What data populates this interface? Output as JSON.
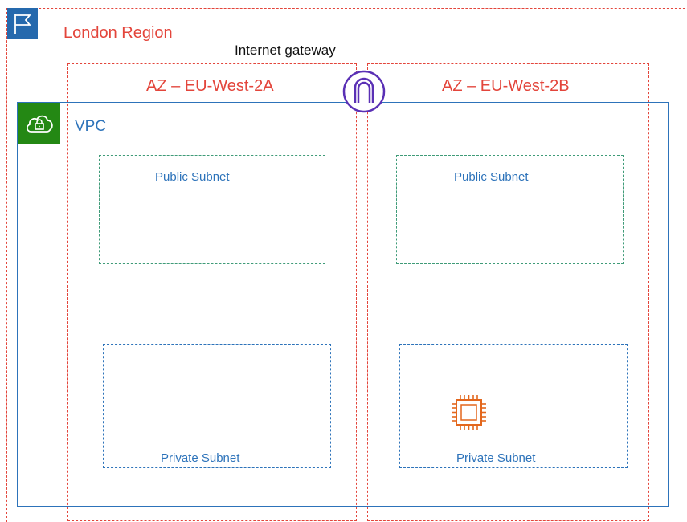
{
  "region": {
    "label": "London Region",
    "icon": "flag-icon",
    "color": "#e3453b",
    "icon_bg": "#2569ad"
  },
  "internet_gateway": {
    "label": "Internet gateway",
    "icon": "internet-gateway-icon",
    "color": "#5a30b5"
  },
  "availability_zones": [
    {
      "label": "AZ – EU-West-2A"
    },
    {
      "label": "AZ – EU-West-2B"
    }
  ],
  "vpc": {
    "label": "VPC",
    "icon": "cloud-lock-icon",
    "color": "#2d73ba",
    "icon_bg": "#248814"
  },
  "subnets": {
    "public_a": {
      "label": "Public Subnet"
    },
    "public_b": {
      "label": "Public Subnet"
    },
    "private_a": {
      "label": "Private Subnet"
    },
    "private_b": {
      "label": "Private Subnet"
    }
  },
  "instance": {
    "icon": "ec2-instance-icon",
    "color": "#e3671d"
  },
  "colors": {
    "public_subnet_border": "#3f9b78",
    "private_subnet_border": "#2d73ba",
    "az_border": "#e3453b"
  }
}
